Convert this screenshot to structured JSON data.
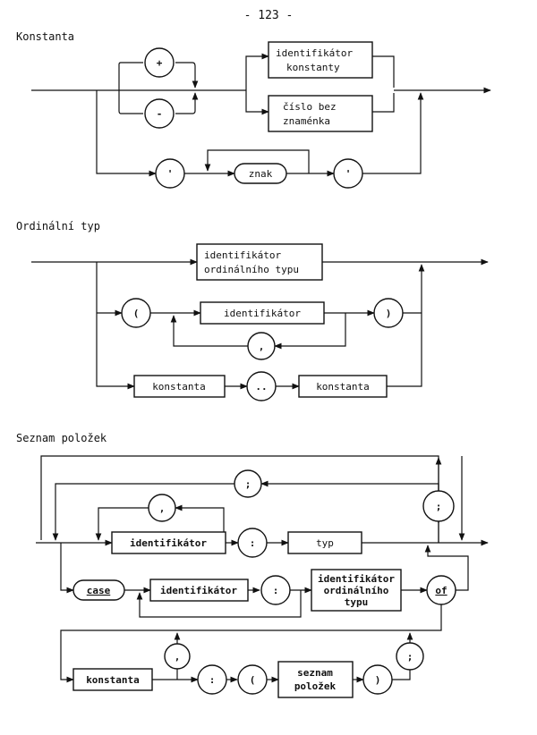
{
  "page_number": "- 123 -",
  "sections": {
    "konstanta": {
      "title": "Konstanta",
      "plus": "+",
      "minus": "-",
      "identifikator_line1": "identifikátor",
      "identifikator_line2": "konstanty",
      "cislo_line1": "číslo bez",
      "cislo_line2": "znaménka",
      "quote_open": "'",
      "znak": "znak",
      "quote_close": "'"
    },
    "ordinalni": {
      "title": "Ordinální typ",
      "typ_line1": "identifikátor",
      "typ_line2": "ordinálního typu",
      "paren_open": "(",
      "identifikator": "identifikátor",
      "paren_close": ")",
      "comma": ",",
      "konstanta1": "konstanta",
      "dots": "..",
      "konstanta2": "konstanta"
    },
    "seznam": {
      "title": "Seznam položek",
      "semicolon_top": ";",
      "comma_top": ",",
      "identifikator": "identifikátor",
      "colon1": ":",
      "typ": "typ",
      "semicolon_right": ";",
      "case": "case",
      "identifikator2": "identifikátor",
      "colon2": ":",
      "typ_line1": "identifikátor",
      "typ_line2": "ordinálního",
      "typ_line3": "typu",
      "of": "of",
      "comma_bottom": ",",
      "semicolon_bottom": ";",
      "konstanta": "konstanta",
      "colon3": ":",
      "paren_open": "(",
      "seznam_line1": "seznam",
      "seznam_line2": "položek",
      "paren_close": ")"
    }
  }
}
